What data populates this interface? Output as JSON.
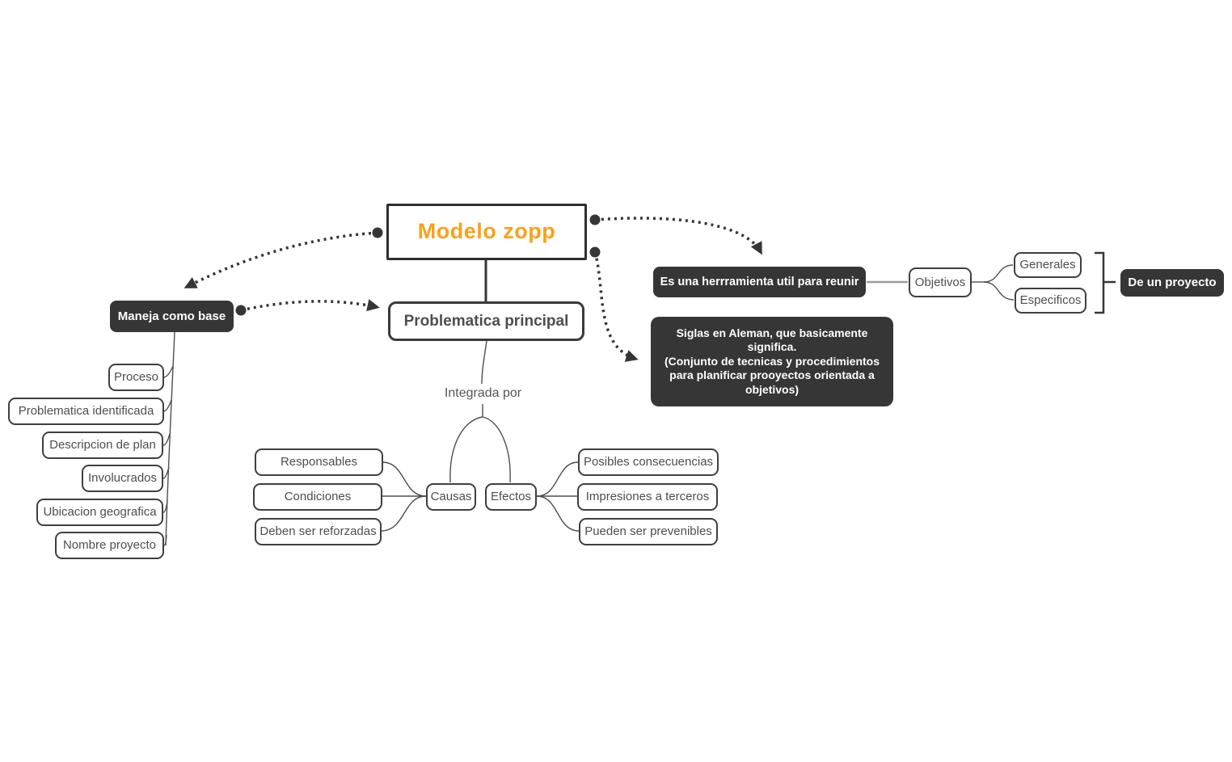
{
  "app": {
    "kind": "concept-map"
  },
  "colors": {
    "accent_orange": "#f9a11b",
    "node_dark_fill": "#363636",
    "node_border": "#3f3f3f",
    "node_text": "#4e4e4e",
    "connector_line": "#4f4f4f",
    "gray_link": "#9b9b9b",
    "canvas_bg": "#ffffff"
  },
  "nodes": {
    "root": {
      "label": "Modelo zopp"
    },
    "maneja_como_base": {
      "label": "Maneja como base"
    },
    "base_items": [
      "Proceso",
      "Problematica identificada",
      "Descripcion de plan",
      "Involucrados",
      "Ubicacion geografica",
      "Nombre proyecto"
    ],
    "problematica_principal": {
      "label": "Problematica principal"
    },
    "integrada_por": {
      "label": "Integrada por"
    },
    "causas": {
      "label": "Causas"
    },
    "causas_items": [
      "Responsables",
      "Condiciones",
      "Deben ser reforzadas"
    ],
    "efectos": {
      "label": "Efectos"
    },
    "efectos_items": [
      "Posibles consecuencias",
      "Impresiones a terceros",
      "Pueden ser prevenibles"
    ],
    "herramienta": {
      "label": "Es una herrramienta util para reunir"
    },
    "objetivos": {
      "label": "Objetivos"
    },
    "objetivos_items": [
      "Generales",
      "Especificos"
    ],
    "de_un_proyecto": {
      "label": "De un proyecto"
    },
    "siglas": {
      "label": "Siglas en Aleman, que basicamente significa.\n(Conjunto de tecnicas y procedimientos para planificar prooyectos orientada a objetivos)"
    }
  }
}
